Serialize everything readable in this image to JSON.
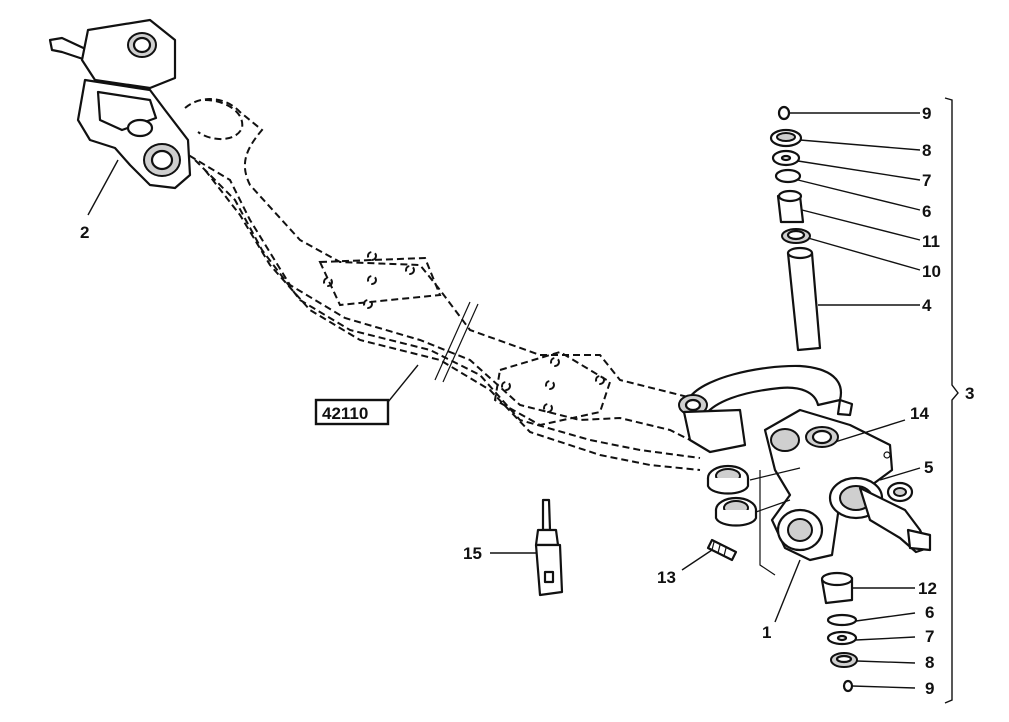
{
  "labels": {
    "p1": "1",
    "p2": "2",
    "p3": "3",
    "p4": "4",
    "p5": "5",
    "p6_top": "6",
    "p6_bottom": "6",
    "p7_top": "7",
    "p7_bottom": "7",
    "p8_top": "8",
    "p8_bottom": "8",
    "p9_top": "9",
    "p9_bottom": "9",
    "p10": "10",
    "p11": "11",
    "p12": "12",
    "p13": "13",
    "p14": "14",
    "p15": "15"
  },
  "reference_box": "42110"
}
